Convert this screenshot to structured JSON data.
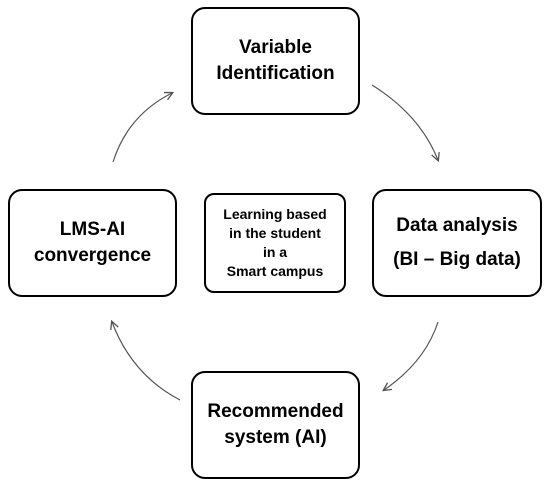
{
  "diagram": {
    "nodes": {
      "top": {
        "lines": [
          "Variable",
          "Identification"
        ]
      },
      "right": {
        "lines": [
          "Data analysis",
          "(BI – Big data)"
        ]
      },
      "bottom": {
        "lines": [
          "Recommended",
          "system (AI)"
        ]
      },
      "left": {
        "lines": [
          "LMS-AI",
          "convergence"
        ]
      },
      "center": {
        "lines": [
          "Learning based",
          "in the student",
          "in a",
          "Smart campus"
        ]
      }
    },
    "edges": [
      {
        "from": "top",
        "to": "right"
      },
      {
        "from": "right",
        "to": "bottom"
      },
      {
        "from": "bottom",
        "to": "left"
      },
      {
        "from": "left",
        "to": "top"
      }
    ],
    "colors": {
      "stroke": "#000000",
      "arrow": "#555555",
      "background": "#ffffff"
    }
  }
}
